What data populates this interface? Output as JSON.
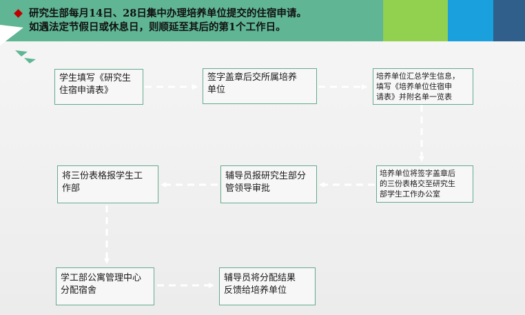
{
  "header": {
    "notice_line1": "研究生部每月14日、28日集中办理培养单位提交的住宿申请。",
    "notice_line2": "如遇法定节假日或休息日，则顺延至其后的第1个工作日。"
  },
  "colors": {
    "banner": "#5fb594",
    "lime": "#92d050",
    "blue": "#1aa0dc",
    "navy": "#2f5f8a",
    "bullet": "#c00000",
    "node_border": "#63a98a"
  },
  "flow": {
    "step1": {
      "line1": "学生填写《研究生",
      "line2": "住宿申请表》"
    },
    "step2": {
      "line1": "签字盖章后交所属培养",
      "line2": "单位"
    },
    "step3": {
      "line1": "培养单位汇总学生信息，",
      "line2": "填写《培养单位住宿申",
      "line3": "请表》并附名单一览表"
    },
    "step4": {
      "line1": "培养单位将签字盖章后",
      "line2": "的三份表格交至研究生",
      "line3": "部学生工作办公室"
    },
    "step5": {
      "line1": "辅导员报研究生部分",
      "line2": "管领导审批"
    },
    "step6": {
      "line1": "将三份表格报学生工",
      "line2": "作部"
    },
    "step7": {
      "line1": "学工部公寓管理中心",
      "line2": "分配宿舍"
    },
    "step8": {
      "line1": "辅导员将分配结果",
      "line2": "反馈给培养单位"
    }
  }
}
